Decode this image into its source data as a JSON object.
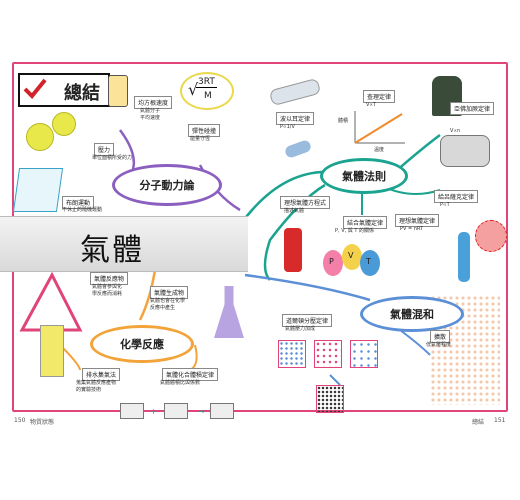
{
  "title": "總結",
  "banner": "氣體",
  "formula": {
    "numerator": "3RT",
    "denominator": "M"
  },
  "ovals": {
    "kinetic": "分子動力論",
    "gas_laws": "氣體法則",
    "reaction": "化學反應",
    "mixture": "氣體混和"
  },
  "boxes": {
    "rms_speed": "均方根速度",
    "rms_note": "氣體分子\n平均速度",
    "effusion": "彈性碰撞",
    "effusion_note": "能量守恆",
    "pressure": "壓力",
    "pressure_note": "單位面積所受的力",
    "brownian": "布朗運動",
    "brownian_note": "不休止的隨機運動",
    "boyle": "波以耳定律",
    "boyle_note": "P∝1/V",
    "charles": "查理定律",
    "charles_note": "V∝T",
    "avogadro": "亞佛加厥定律",
    "avogadro_note": "V∝n",
    "ideal_eq": "理想氣體方程式",
    "ideal_eq_note": "描述氣體",
    "combined": "結合氣體定律",
    "combined_note": "P, V, 與 T 的關係",
    "ideal_law": "理想氣體定律",
    "ideal_law_note": "PV = nRT",
    "gaylussac": "給呂薩克定律",
    "gaylussac_note": "P∝T",
    "reaction_gas": "氣體反應物",
    "reaction_gas_note": "氣體會參與化\n學反應而消耗",
    "product_gas": "氣體生成物",
    "product_gas_note": "氣體也會在化學\n反應中產生",
    "collect": "排水集氣法",
    "collect_note": "蒐集氣體反應產物\n的實驗技術",
    "volume_law": "氣體化合體積定律",
    "volume_law_note": "氣體體積比與係數",
    "dalton": "道爾頓分壓定律",
    "dalton_note": "氣體壓力加成",
    "diffusion": "擴散",
    "diffusion_note": "低氣壓程度"
  },
  "chart_labels": {
    "y": "體積",
    "x": "溫度"
  },
  "page_numbers": {
    "left": "150",
    "left_section": "物質狀態",
    "right_section": "總結",
    "right": "151"
  },
  "colors": {
    "frame": "#e0447a",
    "kinetic": "#8a5fc0",
    "gas_laws": "#1aa38f",
    "reaction": "#f2a33a",
    "mixture": "#5b8fd6"
  }
}
